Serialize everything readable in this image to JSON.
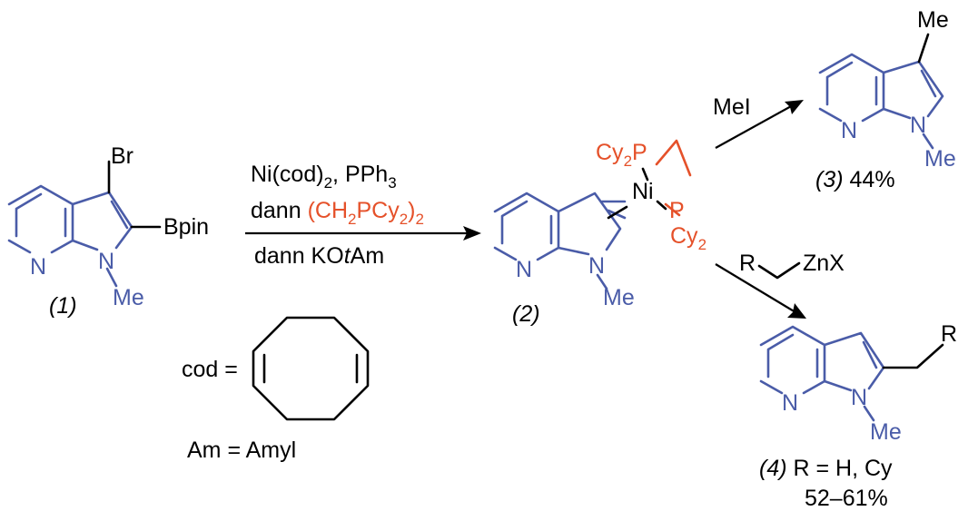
{
  "atoms": {
    "n_ring": "N",
    "me": "Me",
    "br": "Br",
    "bpin": "Bpin",
    "ni": "Ni",
    "cy": "Cy",
    "cy_sub": "2",
    "p": "P",
    "r": "R",
    "znx": "ZnX"
  },
  "labels": {
    "c1": "(1)",
    "c2": "(2)",
    "c3": "(3)",
    "c3_yield": " 44%",
    "c4": "(4)",
    "c4_text": " R = H, Cy",
    "c4_yield": "52–61%"
  },
  "conditions": {
    "line1_a": "Ni(cod)",
    "line1_sub": "2",
    "line1_b": ", PPh",
    "line1_sub2": "3",
    "line2_a": "dann ",
    "line2_b": "(CH",
    "line2_sub": "2",
    "line2_c": "PCy",
    "line2_sub2": "2",
    "line2_d": ")",
    "line2_sub3": "2",
    "line3_a": "dann KO",
    "line3_b": "t",
    "line3_c": "Am",
    "mei": "MeI"
  },
  "definitions": {
    "cod": "cod =",
    "am": "Am = Amyl"
  },
  "colors": {
    "ring": "#4A5CA8",
    "ligand": "#E5512A",
    "text": "#000000"
  }
}
